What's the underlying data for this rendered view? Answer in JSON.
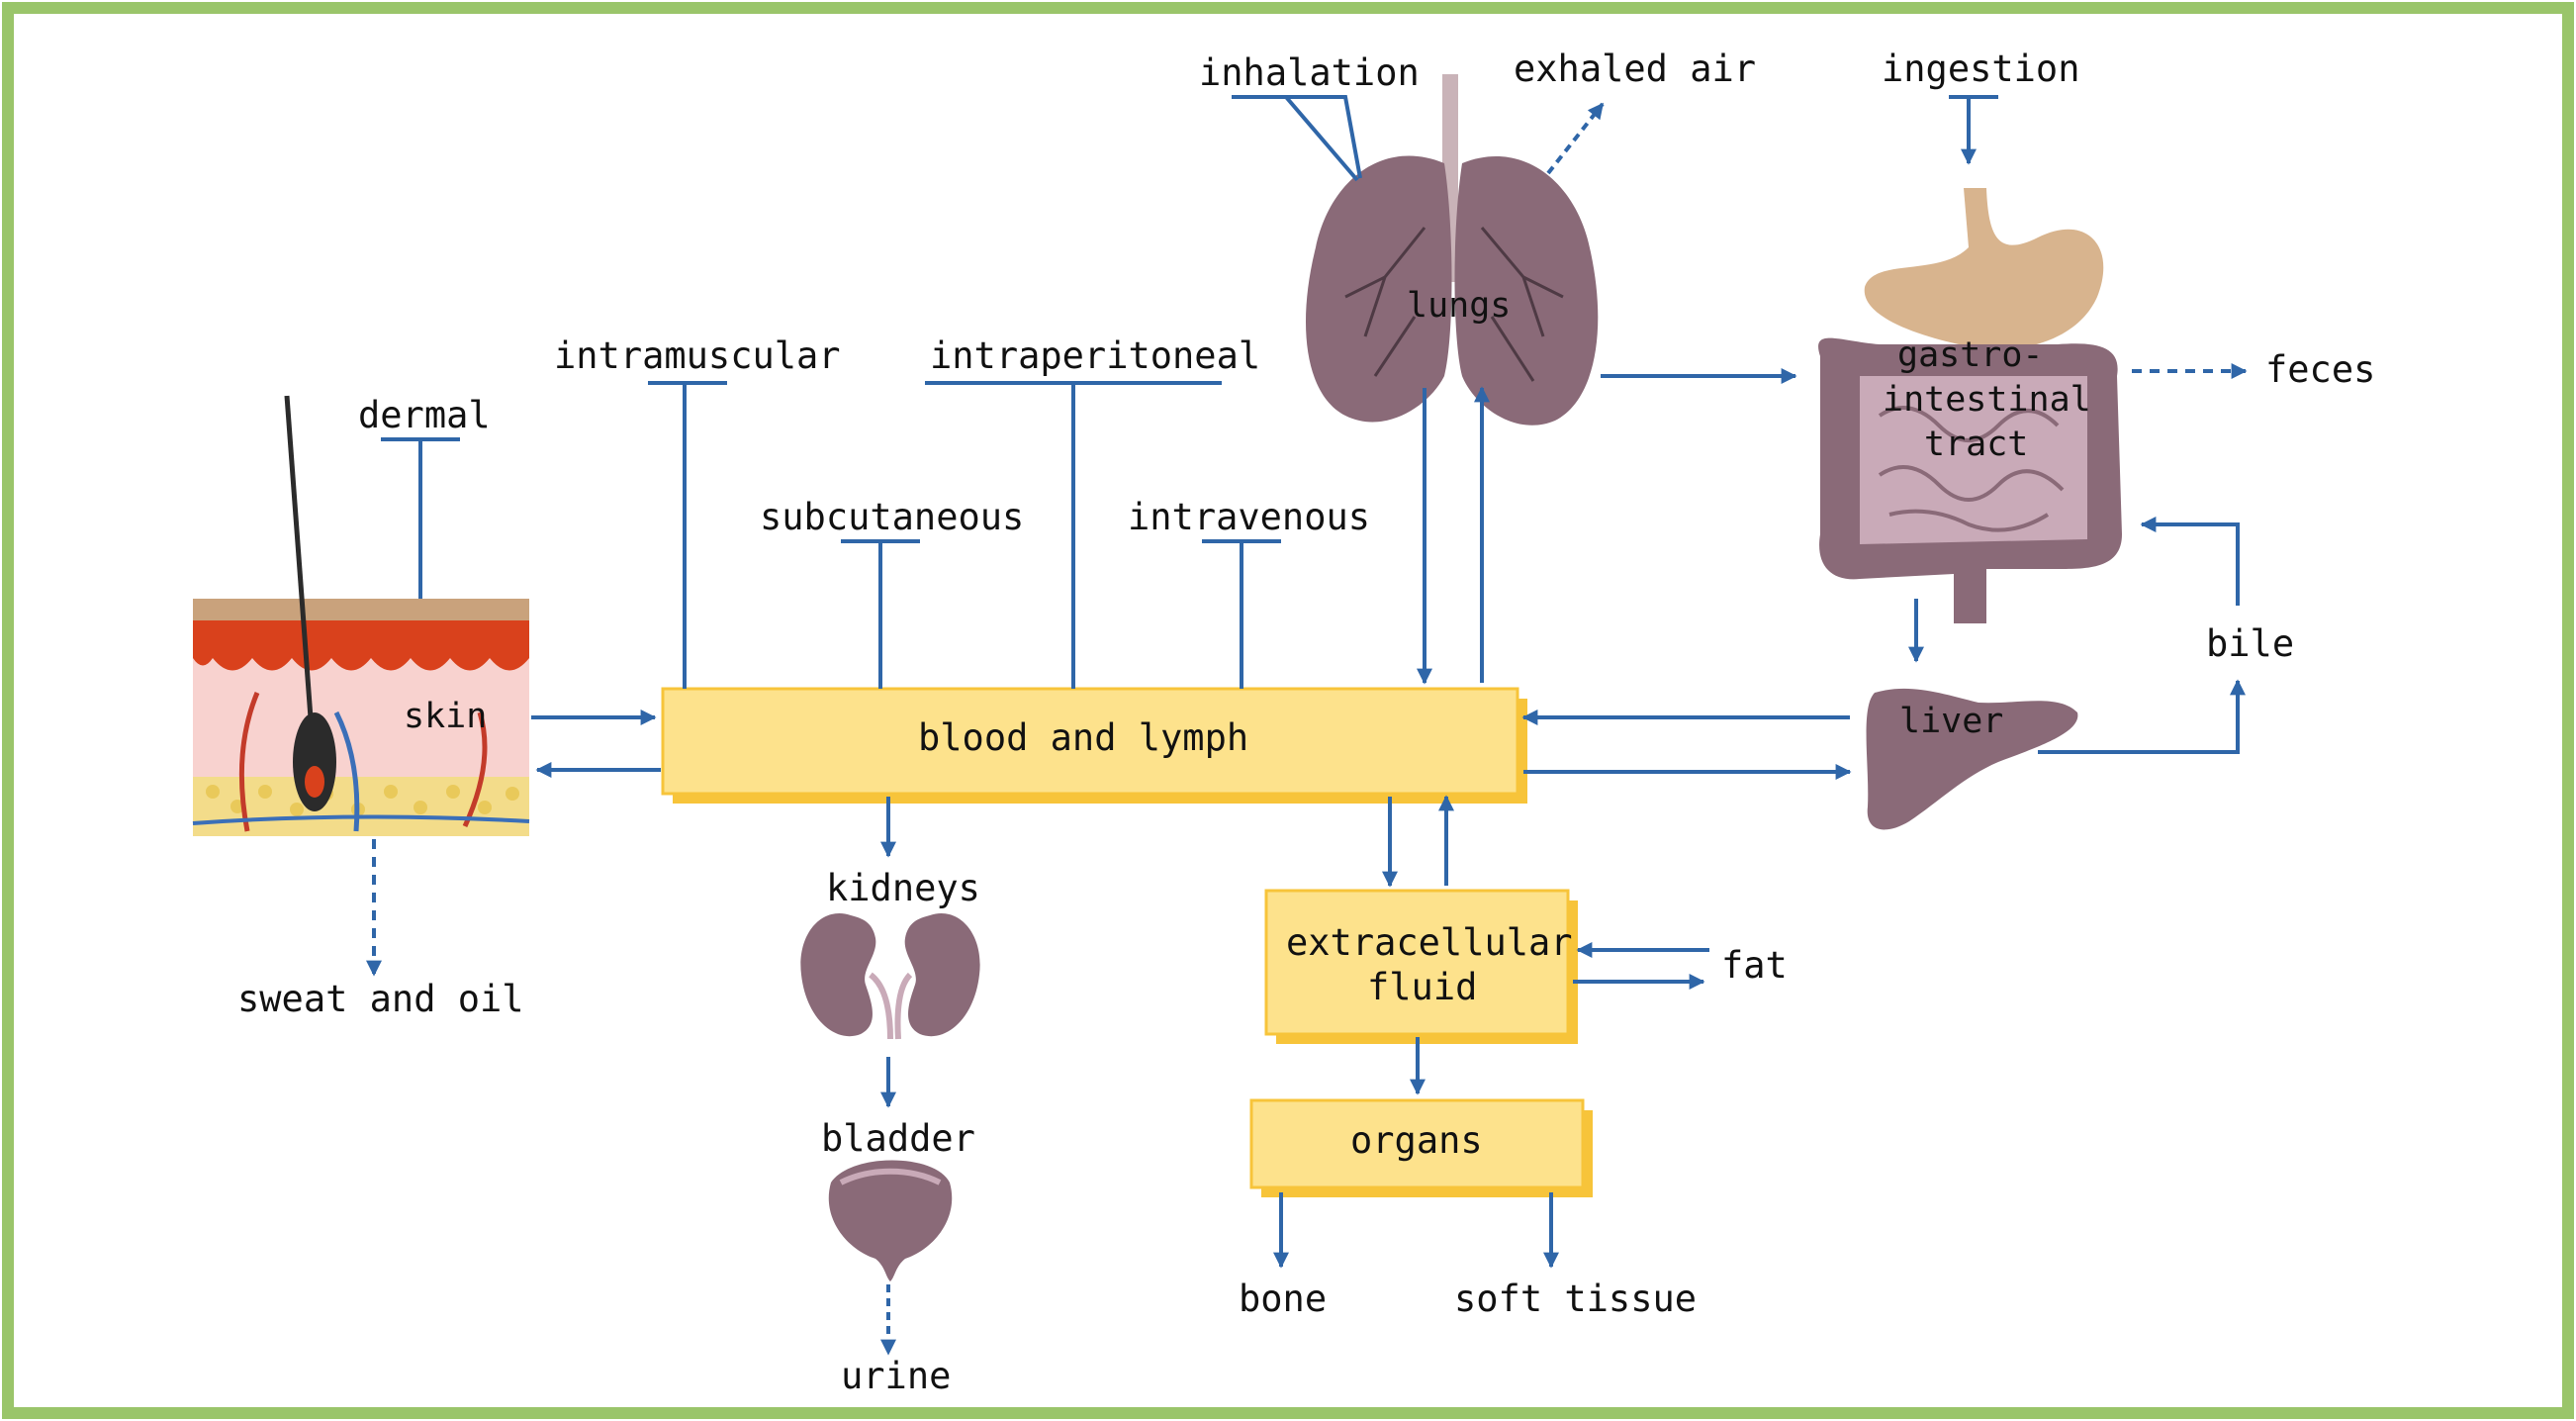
{
  "colors": {
    "frame": "#9ac56a",
    "arrow": "#2f66a8",
    "box_fill": "#fde28c",
    "box_shadow": "#f7c43a",
    "organ": "#8a6a78",
    "organ_light": "#c9aab8",
    "stomach": "#d8b48e",
    "skin_pink": "#f8d2cf",
    "skin_red": "#d9411c"
  },
  "routes": {
    "inhalation": "inhalation",
    "exhaled_air": "exhaled air",
    "ingestion": "ingestion",
    "dermal": "dermal",
    "intramuscular": "intramuscular",
    "intraperitoneal": "intraperitoneal",
    "subcutaneous": "subcutaneous",
    "intravenous": "intravenous"
  },
  "organs": {
    "lungs": "lungs",
    "gi_line1": "gastro-",
    "gi_line2": "intestinal",
    "gi_line3": "tract",
    "skin": "skin",
    "liver": "liver",
    "kidneys": "kidneys",
    "bladder": "bladder"
  },
  "boxes": {
    "blood": "blood and lymph",
    "ecf_line1": "extracellular",
    "ecf_line2": "fluid",
    "organs": "organs"
  },
  "outputs": {
    "feces": "feces",
    "bile": "bile",
    "sweat": "sweat and oil",
    "urine": "urine",
    "fat": "fat",
    "bone": "bone",
    "soft_tissue": "soft tissue"
  }
}
